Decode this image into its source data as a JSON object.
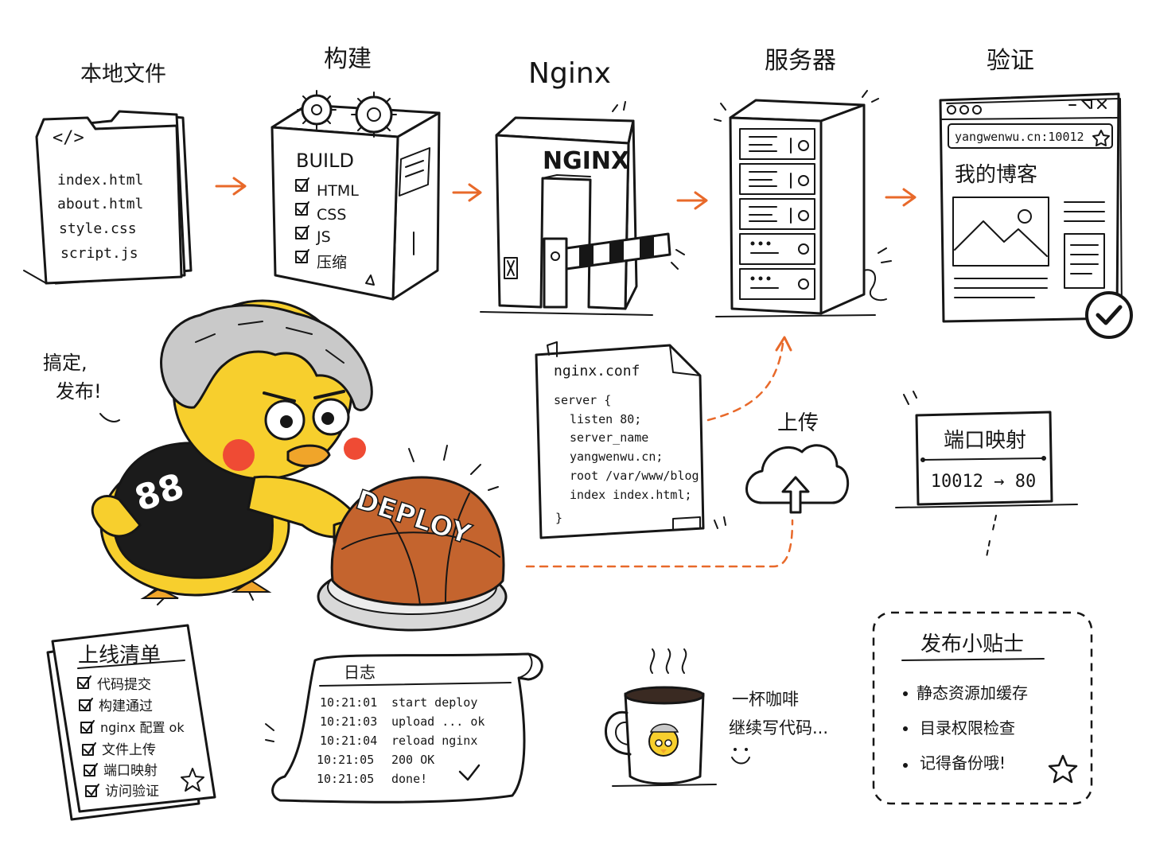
{
  "stages": [
    {
      "title": "本地文件"
    },
    {
      "title": "构建"
    },
    {
      "title": "Nginx"
    },
    {
      "title": "服务器"
    },
    {
      "title": "验证"
    }
  ],
  "files": {
    "code_icon": "</>",
    "names": [
      "index.html",
      "about.html",
      "style.css",
      "script.js"
    ]
  },
  "build": {
    "label": "BUILD",
    "items": [
      "HTML",
      "CSS",
      "JS",
      "压缩"
    ]
  },
  "nginx_gate": {
    "label": "NGINX"
  },
  "browser": {
    "url": "yangwenwu.cn:10012",
    "page_title": "我的博客"
  },
  "speech": {
    "line1": "搞定,",
    "line2": "发布!"
  },
  "mascot": {
    "jersey_number": "88",
    "button_label": "DEPLOY"
  },
  "nginx_conf": {
    "filename": "nginx.conf",
    "lines": [
      "server {",
      "listen 80;",
      "server_name",
      "yangwenwu.cn;",
      "root /var/www/blog;",
      "index index.html;",
      "}"
    ]
  },
  "upload": {
    "label": "上传"
  },
  "port_map": {
    "title": "端口映射",
    "mapping": "10012 → 80"
  },
  "checklist": {
    "title": "上线清单",
    "items": [
      "代码提交",
      "构建通过",
      "nginx 配置 ok",
      "文件上传",
      "端口映射",
      "访问验证"
    ]
  },
  "log": {
    "title": "日志",
    "rows": [
      {
        "time": "10:21:01",
        "msg": "start deploy"
      },
      {
        "time": "10:21:03",
        "msg": "upload ... ok"
      },
      {
        "time": "10:21:04",
        "msg": "reload nginx"
      },
      {
        "time": "10:21:05",
        "msg": "200 OK"
      },
      {
        "time": "10:21:05",
        "msg": "done!"
      }
    ]
  },
  "coffee": {
    "line1": "一杯咖啡",
    "line2": "继续写代码..."
  },
  "tips": {
    "title": "发布小贴士",
    "items": [
      "静态资源加缓存",
      "目录权限检查",
      "记得备份哦!"
    ]
  },
  "colors": {
    "accent": "#e8692a",
    "ink": "#161616",
    "mascot_yellow": "#f7cf2d",
    "cheek": "#ef4b34",
    "ball": "#c4642e",
    "hair": "#c9c9c9"
  },
  "icons": [
    "arrow-right-icon",
    "gear-icon",
    "checkbox-icon",
    "checkmark-icon",
    "cloud-upload-icon",
    "star-icon",
    "coffee-mug-icon"
  ]
}
